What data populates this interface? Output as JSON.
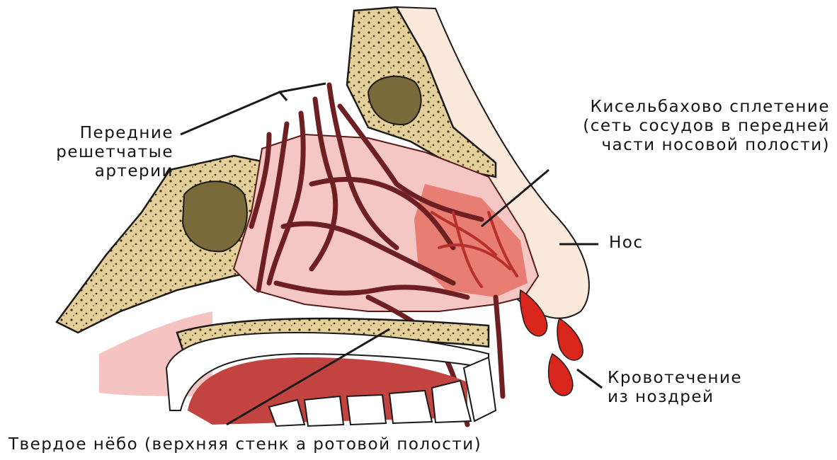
{
  "labels": {
    "ethmoid": [
      "Передние",
      "решетчатые",
      "артерии"
    ],
    "plexus": [
      "Кисельбахово сплетение",
      "(сеть сосудов в передней",
      "части носовой полости)"
    ],
    "nose": "Нос",
    "bleeding": [
      "Кровотечение",
      "из ноздрей"
    ],
    "palate": "Твердое нёбо (верхняя стенк а ротовой полости)"
  },
  "colors": {
    "bone": "#e3cf9a",
    "bone_dots": "#4a3218",
    "sinus": "#7a6a3a",
    "mucosa": "#f4c6c4",
    "vessel": "#6e1f22",
    "plexus": "#d94a45",
    "blood": "#d8261c",
    "skin": "#fbe9dc",
    "outline": "#1a1a1a"
  }
}
